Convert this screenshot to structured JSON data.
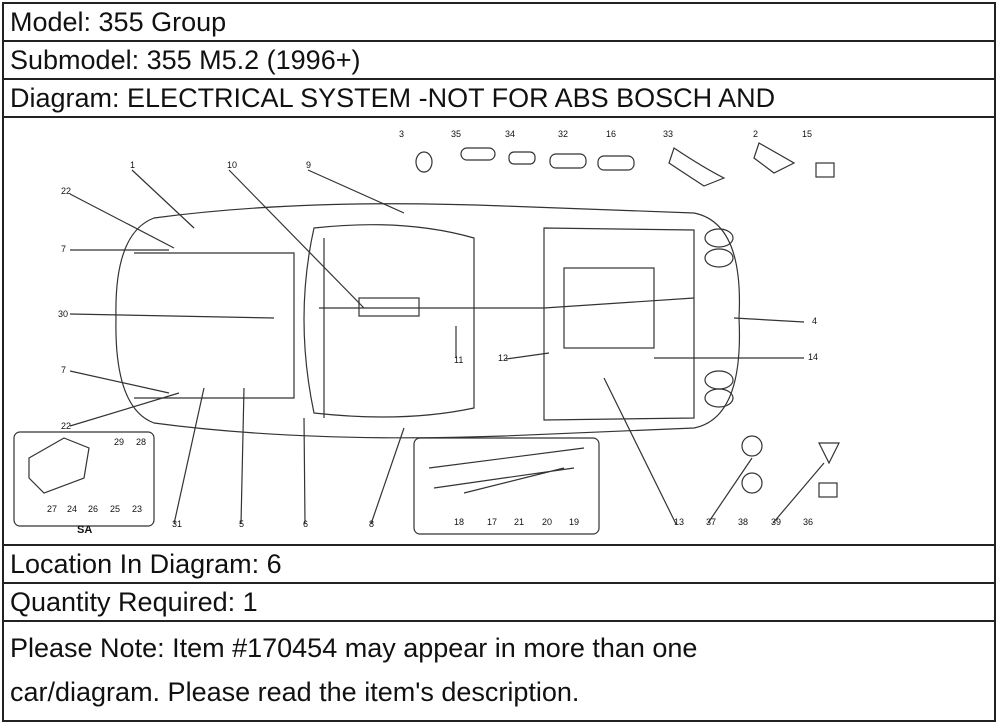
{
  "model": "Model: 355 Group",
  "submodel": "Submodel: 355 M5.2 (1996+)",
  "diagram_title": "Diagram: ELECTRICAL SYSTEM -NOT FOR ABS BOSCH AND",
  "location": "Location In Diagram: 6",
  "quantity": "Quantity Required: 1",
  "note_line1": "Please Note: Item #170454 may appear in more than one",
  "note_line2": "car/diagram. Please read the item's description.",
  "callouts": [
    "3",
    "35",
    "34",
    "32",
    "16",
    "33",
    "2",
    "15",
    "1",
    "10",
    "9",
    "22",
    "7",
    "30",
    "4",
    "12",
    "11",
    "14",
    "7",
    "22",
    "29",
    "28",
    "27",
    "24",
    "26",
    "25",
    "23",
    "SA",
    "31",
    "5",
    "6",
    "8",
    "18",
    "17",
    "21",
    "20",
    "19",
    "13",
    "37",
    "38",
    "39",
    "36"
  ]
}
